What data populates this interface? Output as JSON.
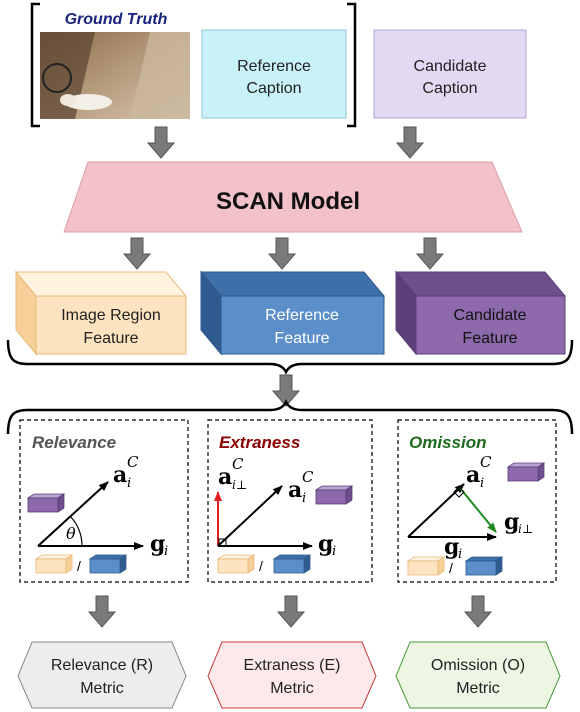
{
  "inputs": {
    "ground_truth_title": "Ground Truth",
    "reference_caption": [
      "Reference",
      "Caption"
    ],
    "candidate_caption": [
      "Candidate",
      "Caption"
    ]
  },
  "model": {
    "label": "SCAN Model"
  },
  "features": {
    "image_region": [
      "Image Region",
      "Feature"
    ],
    "reference": [
      "Reference",
      "Feature"
    ],
    "candidate": [
      "Candidate",
      "Feature"
    ]
  },
  "panels": {
    "relevance": {
      "title": "Relevance",
      "vec_top_base": "a",
      "vec_top_sub": "i",
      "vec_top_sup": "C",
      "theta": "θ",
      "vec_right_base": "g",
      "vec_right_sub": "i",
      "slash": "/"
    },
    "extraness": {
      "title": "Extraness",
      "vec_perp_base": "a",
      "vec_perp_sub": "i⊥",
      "vec_perp_sup": "C",
      "vec_top_base": "a",
      "vec_top_sub": "i",
      "vec_top_sup": "C",
      "vec_right_base": "g",
      "vec_right_sub": "i",
      "slash": "/"
    },
    "omission": {
      "title": "Omission",
      "vec_top_base": "a",
      "vec_top_sub": "i",
      "vec_top_sup": "C",
      "vec_perp_base": "g",
      "vec_perp_sub": "i⊥",
      "vec_bottom_base": "g",
      "vec_bottom_sub": "i",
      "slash": "/"
    }
  },
  "metrics": {
    "relevance": [
      "Relevance (R)",
      "Metric"
    ],
    "extraness": [
      "Extraness (E)",
      "Metric"
    ],
    "omission": [
      "Omission (O)",
      "Metric"
    ]
  },
  "colors": {
    "relevance_title": "#555555",
    "extraness_title": "#8b0000",
    "omission_title": "#1e6b1e",
    "ground_truth_title": "#1a237e",
    "reference_caption_fill": "#c8f2f8",
    "candidate_caption_fill": "#e2daf2",
    "model_fill": "#f2c2c8",
    "image_feature_fill": "#fde3bf",
    "reference_feature_fill": "#5b8fca",
    "candidate_feature_fill": "#8c6aab",
    "relevance_metric_fill": "#ededed",
    "extraness_metric_fill": "#fde9e9",
    "omission_metric_fill": "#ecf6e3"
  }
}
